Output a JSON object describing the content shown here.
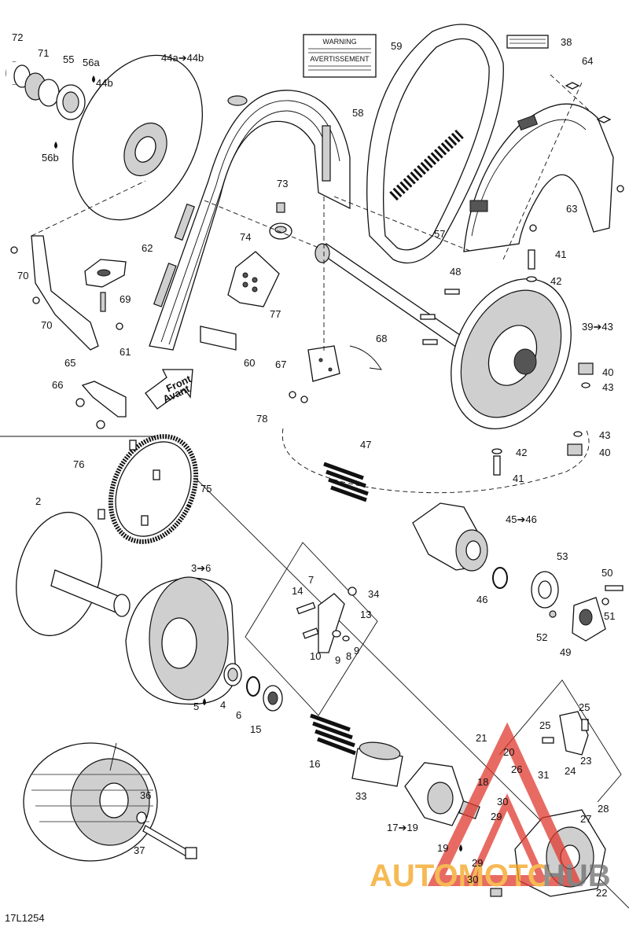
{
  "diagram_code": "17L1254",
  "front_arrow": {
    "line1": "Front",
    "line2": "Avant"
  },
  "warning_label": {
    "title1": "WARNING",
    "title2": "AVERTISSEMENT"
  },
  "watermark": {
    "left": "AUTOMOTO",
    "right": "HUB"
  },
  "watermark_colors": {
    "orange": "#f4a21c",
    "red": "#e03a2f",
    "gray": "#6d6d6d"
  },
  "callouts": {
    "c72": "72",
    "c71": "71",
    "c55": "55",
    "c56a": "56a",
    "c44b": "44b",
    "c56b": "56b",
    "c44a44b": "44a➔44b",
    "c59": "59",
    "c38": "38",
    "c64": "64",
    "c58": "58",
    "c63": "63",
    "c73": "73",
    "c74": "74",
    "c57": "57",
    "c62": "62",
    "c70a": "70",
    "c70b": "70",
    "c69": "69",
    "c41a": "41",
    "c42a": "42",
    "c48": "48",
    "c77": "77",
    "c3943": "39➔43",
    "c61": "61",
    "c60": "60",
    "c68": "68",
    "c67": "67",
    "c40a": "40",
    "c43a": "43",
    "c65": "65",
    "c66": "66",
    "c78": "78",
    "c43b": "43",
    "c40b": "40",
    "c42b": "42",
    "c41b": "41",
    "c47": "47",
    "c76": "76",
    "c75": "75",
    "c2": "2",
    "c4546": "45➔46",
    "c36": "3➔6",
    "c7": "7",
    "c14": "14",
    "c34": "34",
    "c13": "13",
    "c53": "53",
    "c50": "50",
    "c46": "46",
    "c51": "51",
    "c52": "52",
    "c49": "49",
    "c10": "10",
    "c9a": "9",
    "c9b": "9",
    "c8": "8",
    "c5": "5",
    "c4": "4",
    "c6": "6",
    "c15": "15",
    "c16": "16",
    "c25a": "25",
    "c25b": "25",
    "c23": "23",
    "c24": "24",
    "c21": "21",
    "c20": "20",
    "c18": "18",
    "c26": "26",
    "c31": "31",
    "c28": "28",
    "c33": "33",
    "c30a": "30",
    "c27": "27",
    "c29a": "29",
    "c1719": "17➔19",
    "c19": "19",
    "c36b": "36",
    "c37": "37",
    "c29b": "29",
    "c30b": "30",
    "c22": "22"
  }
}
